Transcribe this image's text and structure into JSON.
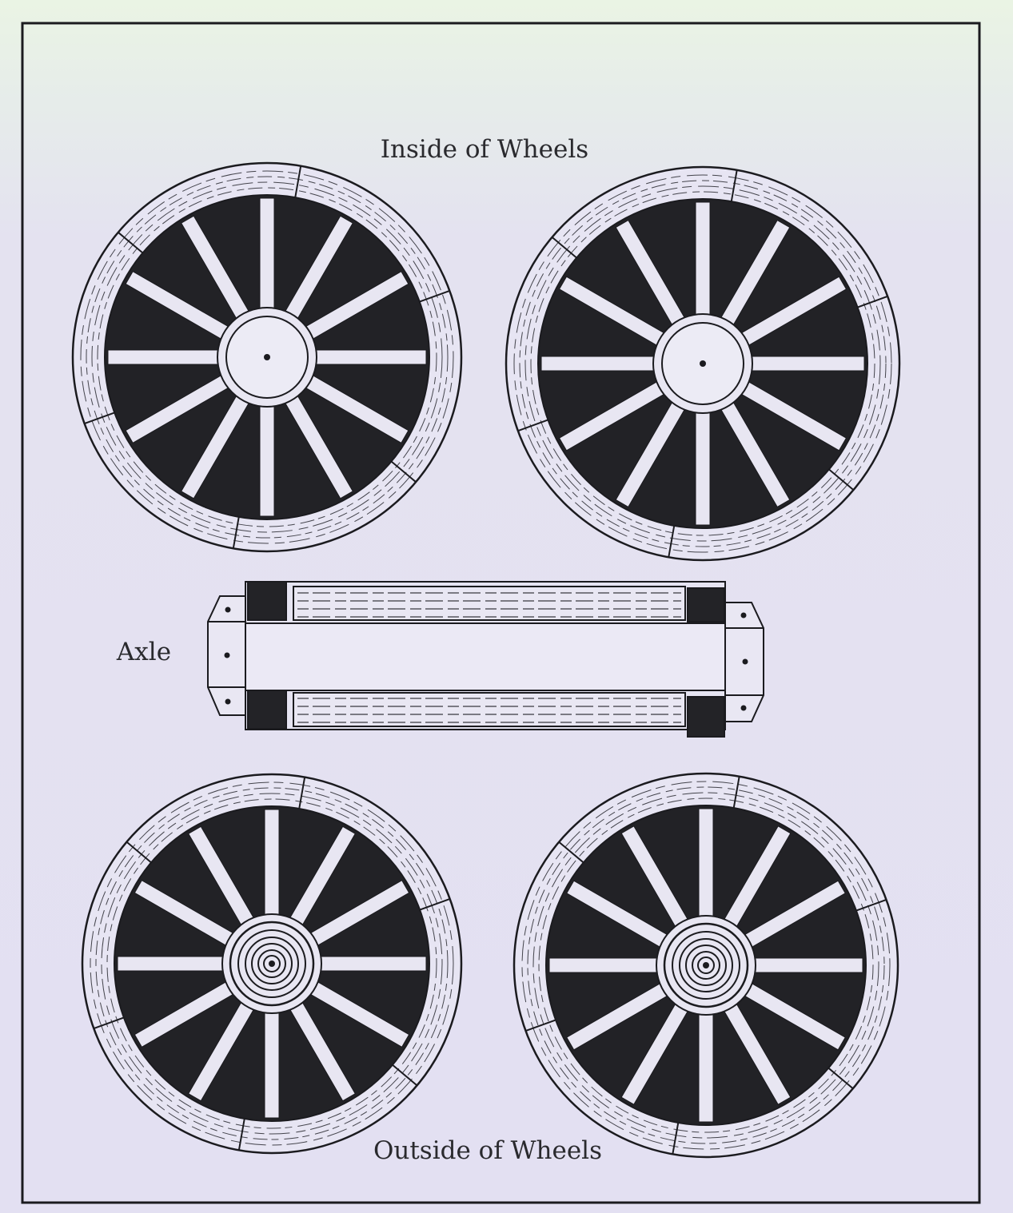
{
  "labels": {
    "inside": "Inside of Wheels",
    "axle": "Axle",
    "outside": "Outside of Wheels"
  },
  "wheels": {
    "spoke_count": 12,
    "felloe_segments": 6,
    "inside_hub": "plain",
    "outside_hub": "rings"
  },
  "colors": {
    "ink": "#1b1b1f",
    "paper": "#e3e0f2",
    "wheel_fill": "#222226",
    "spoke": "#e8e6f2"
  }
}
